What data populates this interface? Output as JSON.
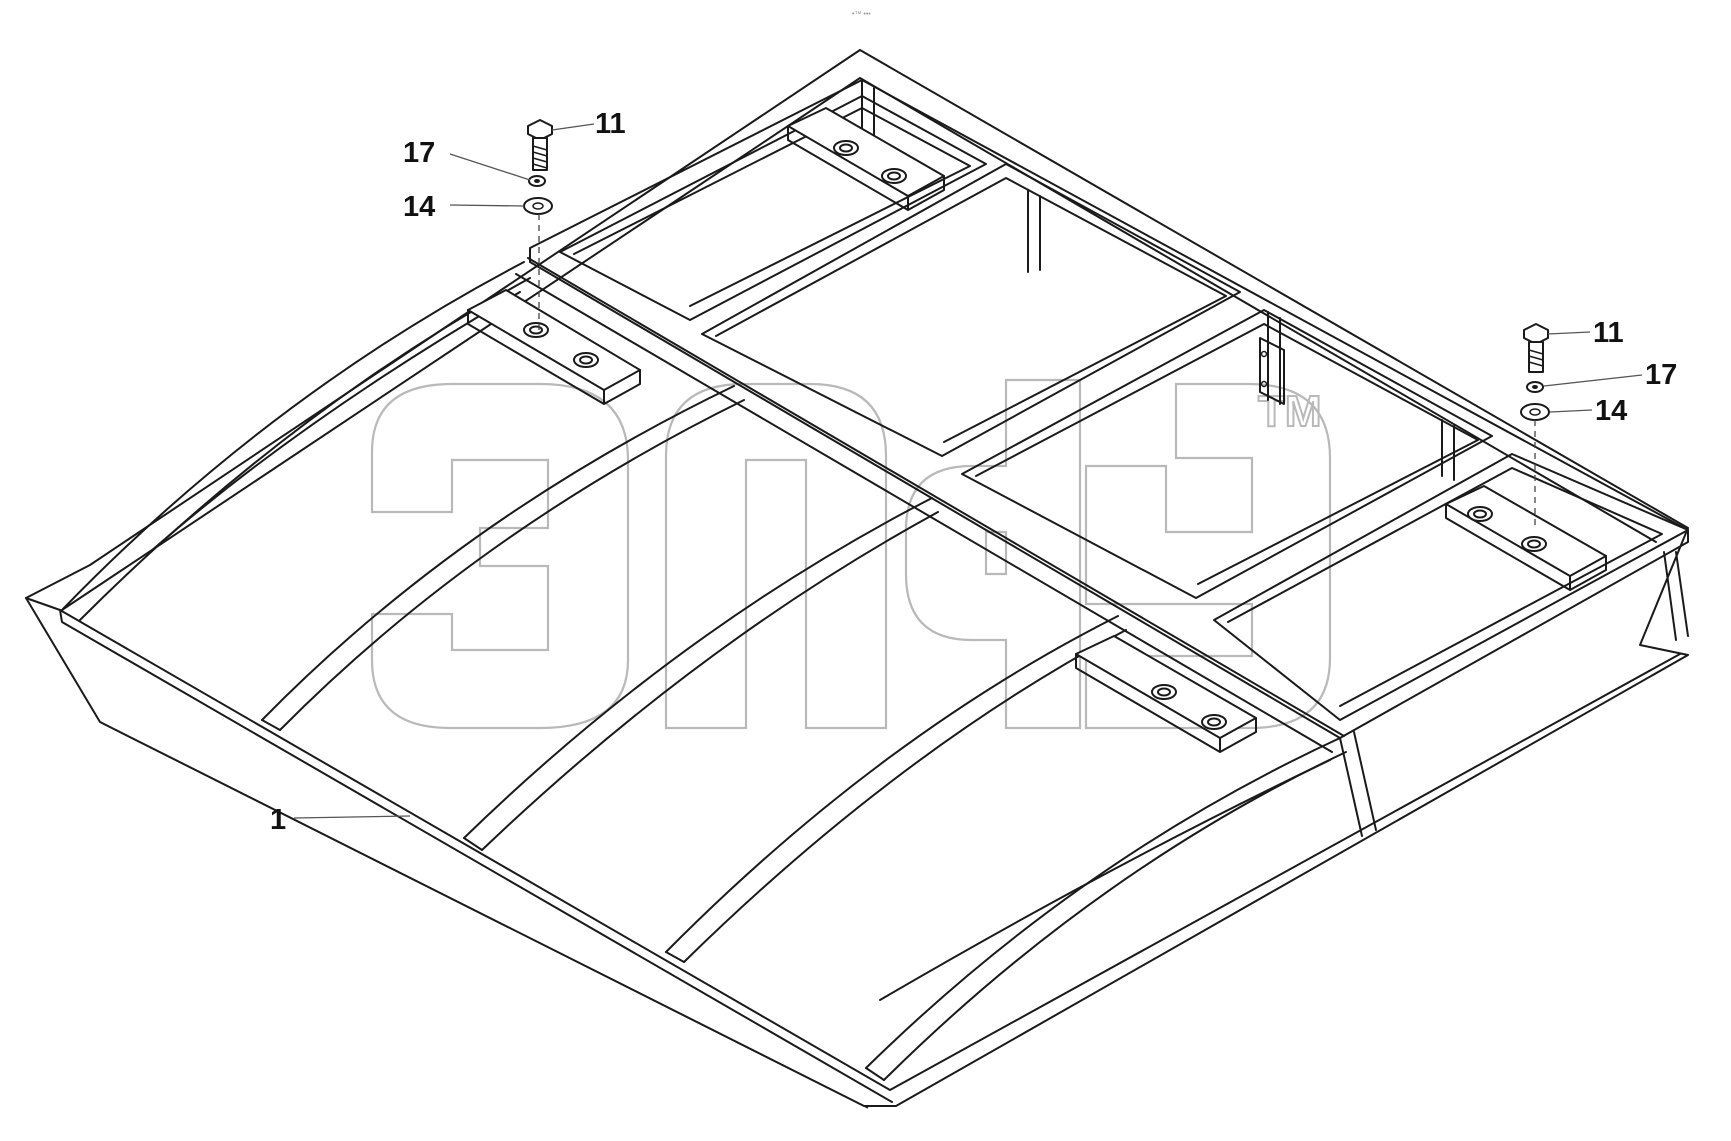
{
  "header_mark": "•™ •••",
  "watermark": {
    "trademark": "TM"
  },
  "callouts": [
    {
      "id": "c11a",
      "label": "11"
    },
    {
      "id": "c17a",
      "label": "17"
    },
    {
      "id": "c14a",
      "label": "14"
    },
    {
      "id": "c11b",
      "label": "11"
    },
    {
      "id": "c17b",
      "label": "17"
    },
    {
      "id": "c14b",
      "label": "14"
    },
    {
      "id": "c1",
      "label": "1"
    }
  ],
  "colors": {
    "line": "#1a1a1a",
    "watermark": "#b9b9b9",
    "background": "#ffffff"
  }
}
